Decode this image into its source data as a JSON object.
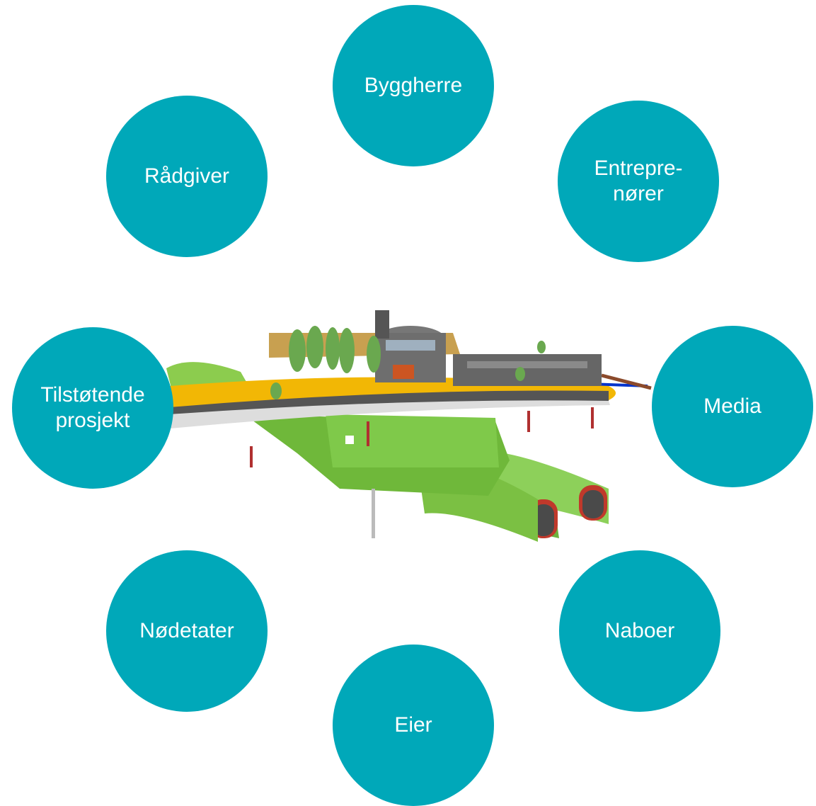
{
  "colors": {
    "node_fill": "#00a8b9",
    "node_text": "#ffffff",
    "terrain_green": "#7bc043",
    "road_yellow": "#f2b705",
    "pipe_red": "#c0392b"
  },
  "center_image": {
    "icon": "bim-infrastructure-model-icon"
  },
  "nodes": {
    "byggherre": "Byggherre",
    "entreprenorer": "Entrepre-\nnører",
    "radgiver": "Rådgiver",
    "tilstotende": "Tilstøtende\nprosjekt",
    "media": "Media",
    "nodetater": "Nødetater",
    "naboer": "Naboer",
    "eier": "Eier"
  }
}
